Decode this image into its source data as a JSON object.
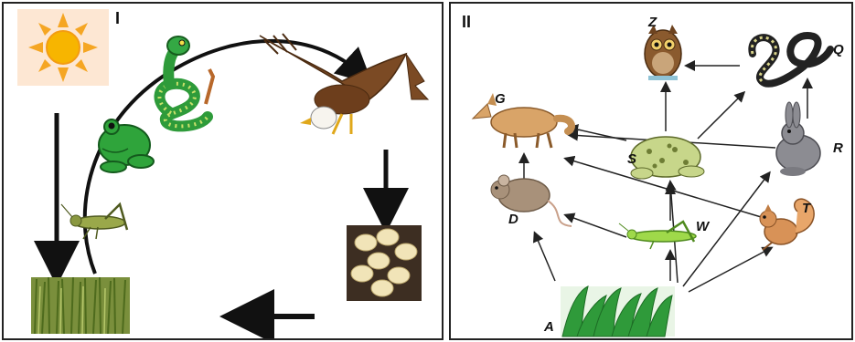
{
  "panel_1": {
    "label": "I",
    "organisms": [
      "sun-icon",
      "grass-icon",
      "grasshopper-icon",
      "frog-icon",
      "snake-icon",
      "eagle-icon",
      "mushrooms-icon"
    ]
  },
  "panel_2": {
    "label": "II",
    "nodes": [
      {
        "label": "Z",
        "icon": "owl-icon"
      },
      {
        "label": "Q",
        "icon": "snake-icon"
      },
      {
        "label": "G",
        "icon": "fox-icon"
      },
      {
        "label": "S",
        "icon": "frog-icon"
      },
      {
        "label": "R",
        "icon": "rabbit-icon"
      },
      {
        "label": "D",
        "icon": "mouse-icon"
      },
      {
        "label": "W",
        "icon": "grasshopper-icon"
      },
      {
        "label": "T",
        "icon": "squirrel-icon"
      },
      {
        "label": "A",
        "icon": "grass-icon"
      }
    ],
    "edges": [
      [
        "A",
        "D"
      ],
      [
        "A",
        "W"
      ],
      [
        "A",
        "S"
      ],
      [
        "A",
        "R"
      ],
      [
        "A",
        "T"
      ],
      [
        "D",
        "G"
      ],
      [
        "W",
        "D"
      ],
      [
        "W",
        "S"
      ],
      [
        "S",
        "G"
      ],
      [
        "S",
        "Z"
      ],
      [
        "S",
        "Q"
      ],
      [
        "R",
        "G"
      ],
      [
        "R",
        "Q"
      ],
      [
        "T",
        "G"
      ],
      [
        "Q",
        "Z"
      ]
    ]
  }
}
